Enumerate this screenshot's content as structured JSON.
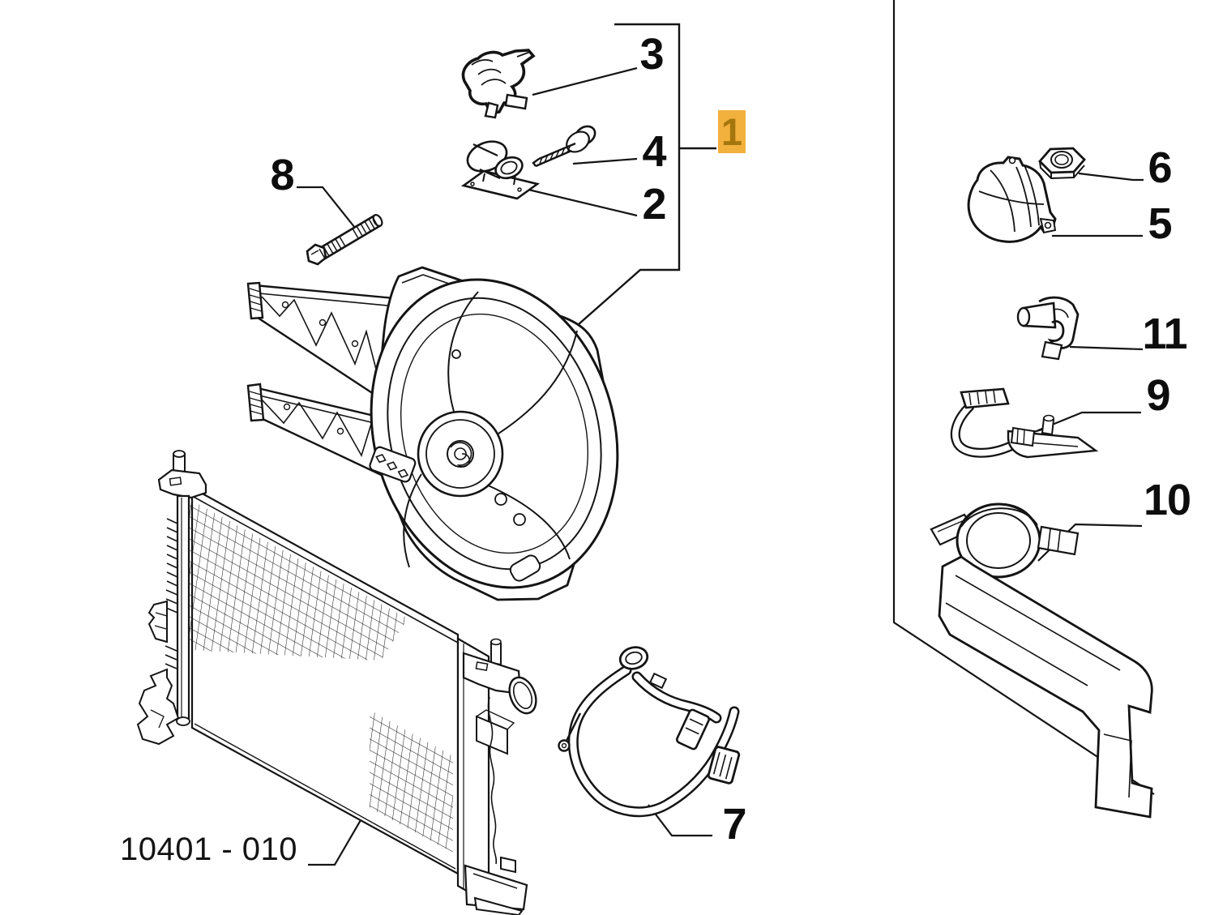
{
  "colors": {
    "line": "#141414",
    "highlight_bg": "#F2B03D",
    "highlight_text": "#A4770E"
  },
  "figure": {
    "part_code": "10401 - 010",
    "selected_callout": "1",
    "callouts": {
      "c1": "1",
      "c2": "2",
      "c3": "3",
      "c4": "4",
      "c5": "5",
      "c6": "6",
      "c7": "7",
      "c8": "8",
      "c9": "9",
      "c10": "10",
      "c11": "11"
    }
  }
}
